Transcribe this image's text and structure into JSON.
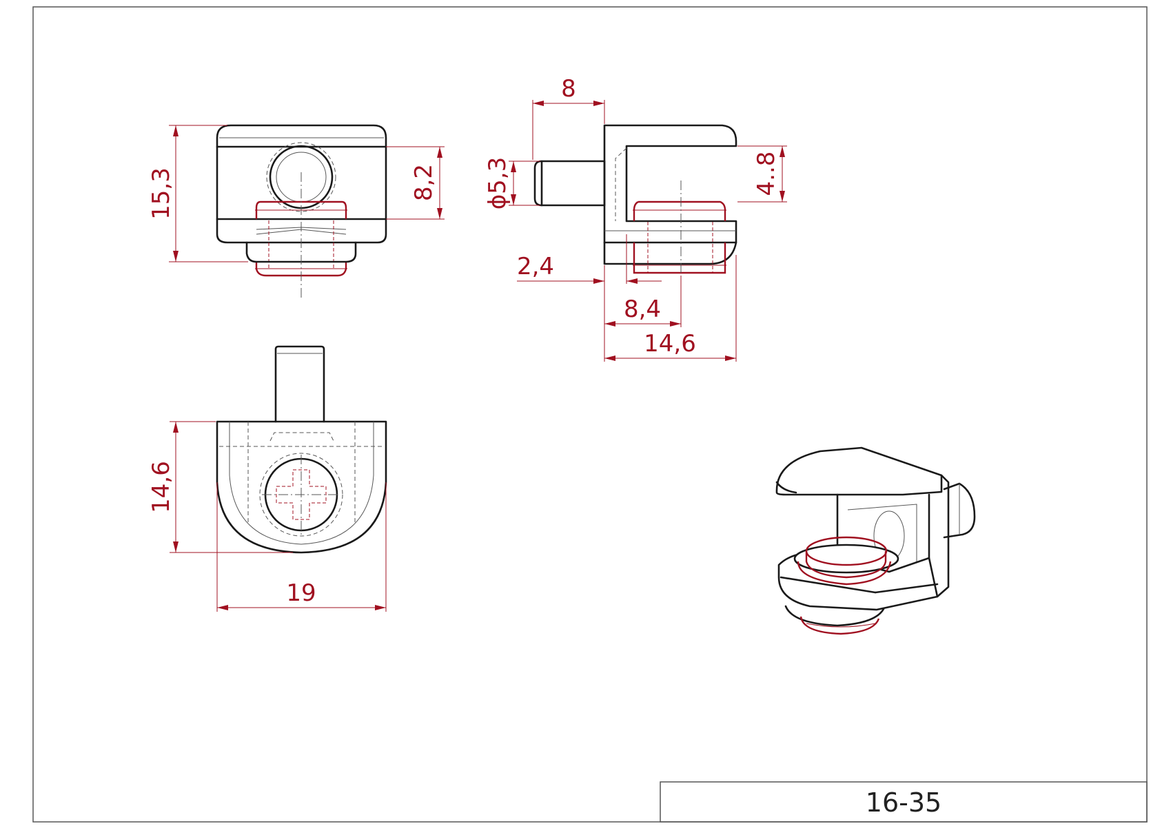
{
  "title_block": {
    "part_number": "16-35"
  },
  "dimensions": {
    "top_view_height": "15,3",
    "top_view_mid_height": "8,2",
    "pin_length": "8",
    "pin_diameter": "ϕ5,3",
    "glass_gap": "4..8",
    "wall_offset": "2,4",
    "screw_offset": "8,4",
    "total_depth": "14,6",
    "front_view_height": "14,6",
    "front_view_width": "19"
  },
  "colors": {
    "outline": "#1a1a1a",
    "dimension": "#a01020",
    "hidden": "#555555"
  }
}
